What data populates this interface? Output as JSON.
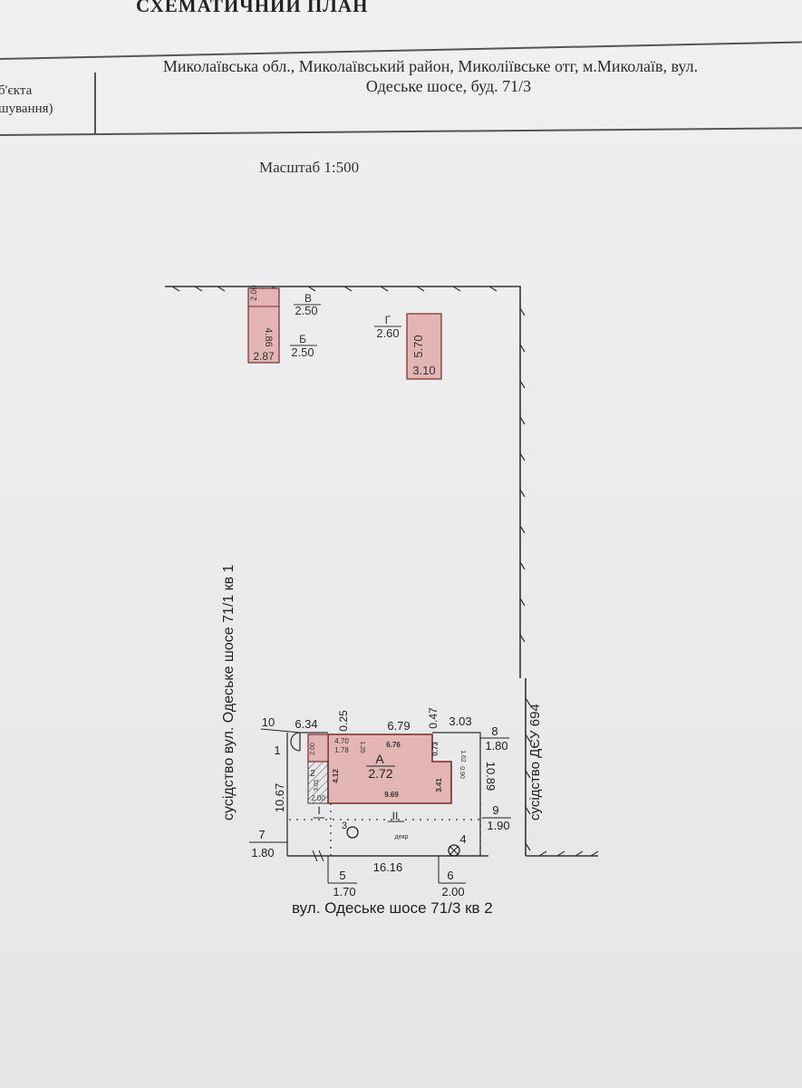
{
  "header": {
    "title": "СХЕМАТИЧНИЙ ПЛАН",
    "left_label_line1": "б'єкта",
    "left_label_line2": "шування)",
    "address_line1": "Миколаївська обл., Миколаївський район, Миколіївське  отг, м.Миколаїв, вул.",
    "address_line2": "Одеське шосе, буд. 71/3"
  },
  "scale_label": "Масштаб 1:500",
  "neighbors": {
    "left": "сусідство вул. Одеське шосе 71/1 кв 1",
    "right": "сусідство ДЄУ 694",
    "bottom": "вул. Одеське шосе 71/3 кв 2"
  },
  "outbuildings": {
    "v_letter": "В",
    "v_height": "2.50",
    "b_letter": "Б",
    "b_height": "2.50",
    "g_letter": "Г",
    "g_height": "2.60",
    "small_top": "2.00",
    "small_len": "4.86",
    "small_w": "2.87",
    "g_len": "5.70",
    "g_w": "3.10"
  },
  "main_building": {
    "letter": "А",
    "height": "2.72",
    "dims": {
      "d634": "6.34",
      "d679": "6.79",
      "d303": "3.03",
      "d025": "0.25",
      "d047": "0.47",
      "d470": "4.70",
      "d178": "1.78",
      "d676": "6.76",
      "d412": "4.12",
      "d969": "9.69",
      "d073": "0.73",
      "d341": "3.41",
      "d162": "1.62",
      "d090": "0.90",
      "d2": "2.00",
      "d1067": "10.67",
      "d1089": "10.89",
      "d1616": "16.16",
      "d125": "1.25",
      "d3_01": "3.01",
      "d300": "2.00",
      "decor": "декр"
    }
  },
  "points": {
    "p1": "1",
    "p2": "2",
    "p3": "3",
    "p4": "4",
    "p5": "5",
    "p6": "6",
    "p7": "7",
    "p8": "8",
    "p9": "9",
    "p10": "10",
    "roman1": "I",
    "roman2": "II"
  },
  "segments": {
    "s5": "1.70",
    "s6": "2.00",
    "s7": "1.80",
    "s8": "1.80",
    "s9": "1.90"
  }
}
